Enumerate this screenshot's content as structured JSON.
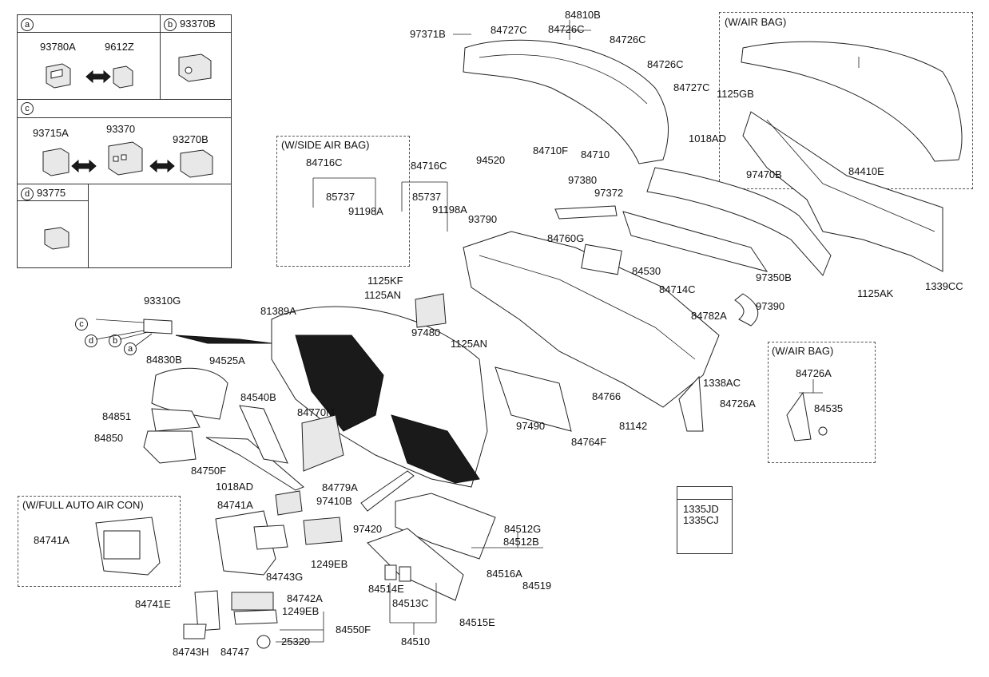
{
  "insets": {
    "a": {
      "letter": "a",
      "part": "",
      "items": [
        "93780A",
        "9612Z"
      ]
    },
    "b": {
      "letter": "b",
      "part": "93370B"
    },
    "c": {
      "letter": "c",
      "items": [
        "93715A",
        "93370",
        "93270B"
      ]
    },
    "d": {
      "letter": "d",
      "part": "93775"
    }
  },
  "groups": {
    "side_airbag": {
      "title": "(W/SIDE AIR BAG)",
      "labels": [
        "84716C",
        "85737",
        "91198A"
      ]
    },
    "airbag_top": {
      "title": "(W/AIR BAG)",
      "labels": [
        "84710"
      ]
    },
    "airbag_right": {
      "title": "(W/AIR BAG)",
      "labels": [
        "84726A",
        "84535"
      ]
    },
    "full_auto": {
      "title": "(W/FULL AUTO AIR CON)",
      "labels": [
        "84741A"
      ]
    },
    "fastener_box": {
      "labels": [
        "1335JD",
        "1335CJ"
      ]
    }
  },
  "callouts": {
    "l97371B": "97371B",
    "l84727C_1": "84727C",
    "l84810B": "84810B",
    "l84726C_1": "84726C",
    "l84726C_2": "84726C",
    "l84726C_3": "84726C",
    "l84727C_2": "84727C",
    "l1125GB": "1125GB",
    "l1018AD_1": "1018AD",
    "l84710": "84710",
    "l97470B": "97470B",
    "l84410E": "84410E",
    "l84716C": "84716C",
    "l85737": "85737",
    "l91198A": "91198A",
    "l94520": "94520",
    "l84710F": "84710F",
    "l97380": "97380",
    "l97372": "97372",
    "l93790": "93790",
    "l84760G": "84760G",
    "l84530": "84530",
    "l97350B": "97350B",
    "l1339CC": "1339CC",
    "l1125AK": "1125AK",
    "l1125KF": "1125KF",
    "l1125AN_1": "1125AN",
    "l84714C": "84714C",
    "l97390": "97390",
    "l93310G": "93310G",
    "l81389A": "81389A",
    "l97480": "97480",
    "l1125AN_2": "1125AN",
    "l84782A": "84782A",
    "l84830B": "84830B",
    "l94525A": "94525A",
    "l84540B": "84540B",
    "l84770M": "84770M",
    "l1338AC": "1338AC",
    "l84766": "84766",
    "l84726A": "84726A",
    "l84851": "84851",
    "l84850": "84850",
    "l97490": "97490",
    "l81142": "81142",
    "l84764F": "84764F",
    "l84750F": "84750F",
    "l1018AD_2": "1018AD",
    "l84779A": "84779A",
    "l97410B": "97410B",
    "l84741A": "84741A",
    "l97420": "97420",
    "l84512G": "84512G",
    "l84512B": "84512B",
    "l1249EB_1": "1249EB",
    "l84743G": "84743G",
    "l84516A": "84516A",
    "l84519": "84519",
    "l84514E": "84514E",
    "l84742A": "84742A",
    "l84741E": "84741E",
    "l1249EB_2": "1249EB",
    "l84513C": "84513C",
    "l84550F": "84550F",
    "l84515E": "84515E",
    "l25320": "25320",
    "l84743H": "84743H",
    "l84747": "84747",
    "l84510": "84510"
  },
  "switch_letters": [
    "c",
    "d",
    "b",
    "a"
  ]
}
